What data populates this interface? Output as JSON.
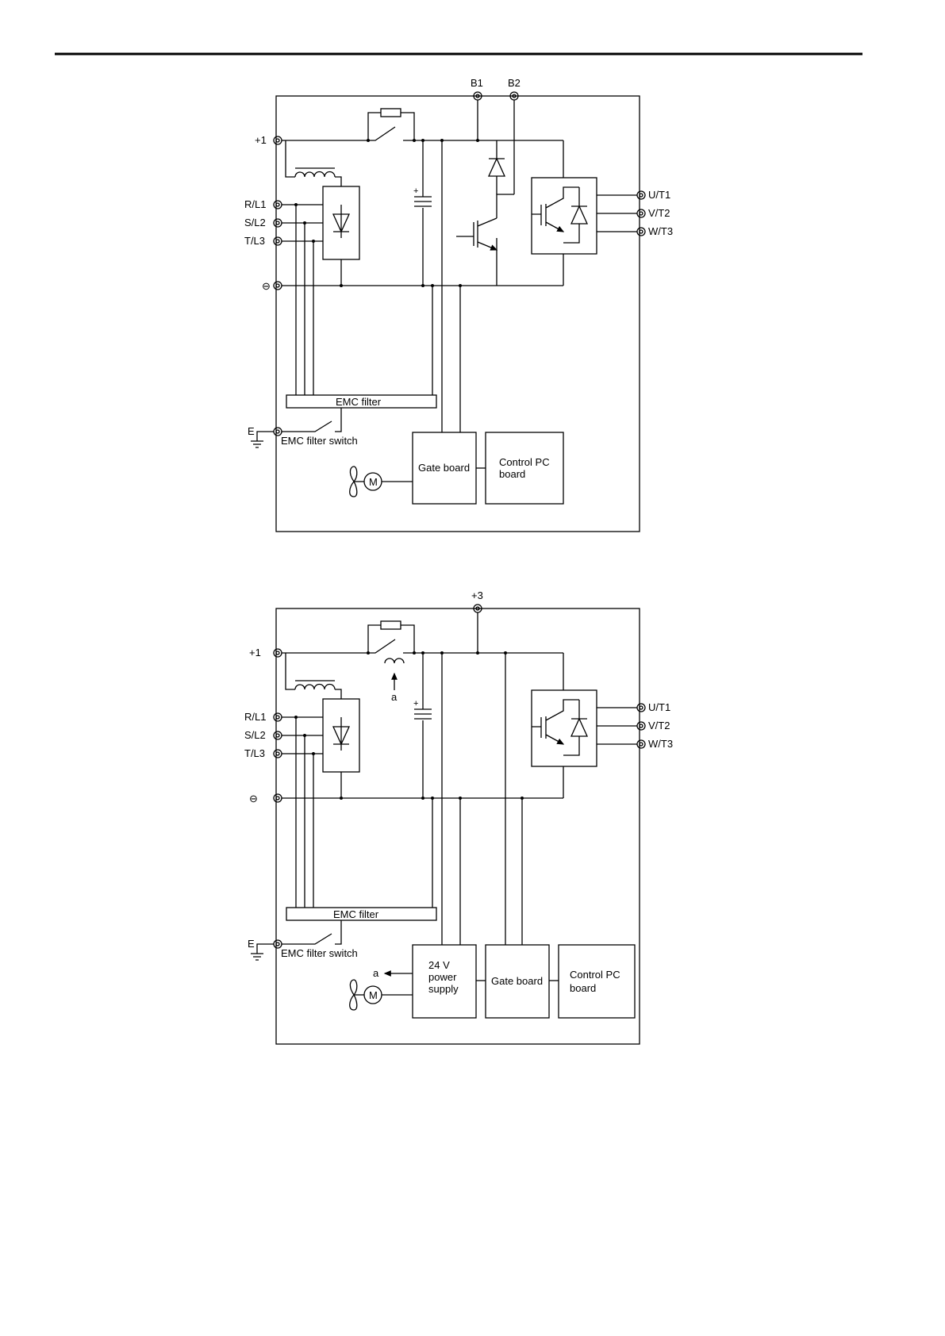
{
  "diagram1": {
    "terminals": {
      "b1": "B1",
      "b2": "B2",
      "plus1": "+1",
      "r": "R/L1",
      "s": "S/L2",
      "t": "T/L3",
      "minus": "⊖",
      "u": "U/T1",
      "v": "V/T2",
      "w": "W/T3",
      "e": "E"
    },
    "emc_filter": "EMC filter",
    "emc_switch": "EMC filter switch",
    "gate_board": "Gate board",
    "control_pc_board": [
      "Control PC",
      "board"
    ],
    "cap_plus": "+",
    "fan_motor": "M"
  },
  "diagram2": {
    "terminals": {
      "plus3": "+3",
      "plus1": "+1",
      "r": "R/L1",
      "s": "S/L2",
      "t": "T/L3",
      "minus": "⊖",
      "u": "U/T1",
      "v": "V/T2",
      "w": "W/T3",
      "e": "E"
    },
    "emc_filter": "EMC filter",
    "emc_switch": "EMC filter switch",
    "power_supply": [
      "24 V",
      "power",
      "supply"
    ],
    "gate_board": "Gate board",
    "control_pc_board": [
      "Control PC",
      "board"
    ],
    "cap_plus": "+",
    "fan_motor": "M",
    "ct_label": "a",
    "ps_out_label": "a"
  }
}
